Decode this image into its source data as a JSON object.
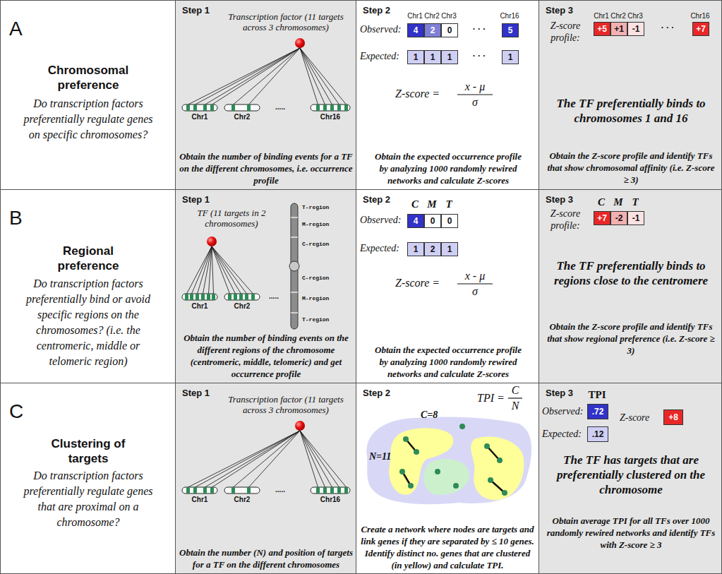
{
  "diagram": {
    "nodes": [
      {
        "text": [
          "A",
          "Chromosomal preference",
          "Do transcription factors preferentially regulate genes on specific chromosomes?"
        ]
      },
      {
        "text": [
          "Step 1",
          "Obtain the number of binding events for a TF on the different chromosomes, i.e. occurrence profile"
        ]
      },
      {
        "text": [
          "Step 2",
          "Obtain the expected occurrence profile by analyzing 1000 randomly rewired networks and calculate Z-scores"
        ]
      },
      {
        "text": [
          "4"
        ],
        "in": 2
      },
      {
        "text": [
          "2"
        ],
        "in": 2
      },
      {
        "text": [
          "0"
        ],
        "in": 2
      },
      {
        "text": [
          "5"
        ],
        "in": 2
      },
      {
        "text": [
          "1"
        ],
        "in": 2
      },
      {
        "text": [
          "1"
        ],
        "in": 2
      },
      {
        "text": [
          "1"
        ],
        "in": 2
      },
      {
        "text": [
          "1"
        ],
        "in": 2
      },
      {
        "text": [
          "Step 3",
          "The TF preferentially binds to chromosomes 1 and 16",
          "Obtain the Z-score profile and identify TFs that show chromosomal affinity (i.e. Z-score ≥ 3)"
        ]
      },
      {
        "text": [
          "+5"
        ],
        "in": 11
      },
      {
        "text": [
          "+1"
        ],
        "in": 11
      },
      {
        "text": [
          "-1"
        ],
        "in": 11
      },
      {
        "text": [
          "+7"
        ],
        "in": 11
      },
      {
        "text": [
          "B",
          "Regional preference",
          "Do transcription factors preferentially bind or avoid specific regions on the chromosomes? (i.e. the centromeric, middle or telomeric region)"
        ]
      },
      {
        "text": [
          "Step 1",
          "Obtain the number of binding events on the different regions of the chromosome (centromeric, middle, telomeric) and get occurrence profile"
        ]
      },
      {
        "text": [
          "Step 2",
          "Obtain the expected occurrence profile by analyzing 1000 randomly rewired networks and calculate Z-scores"
        ]
      },
      {
        "text": [
          "4"
        ],
        "in": 18
      },
      {
        "text": [
          "0"
        ],
        "in": 18
      },
      {
        "text": [
          "0"
        ],
        "in": 18
      },
      {
        "text": [
          "1"
        ],
        "in": 18
      },
      {
        "text": [
          "2"
        ],
        "in": 18
      },
      {
        "text": [
          "1"
        ],
        "in": 18
      },
      {
        "text": [
          "Step 3",
          "The TF preferentially binds to regions close to the centromere",
          "Obtain the Z-score profile and identify TFs that show regional preference (i.e. Z-score ≥ 3)"
        ]
      },
      {
        "text": [
          "+7"
        ],
        "in": 25
      },
      {
        "text": [
          "-2"
        ],
        "in": 25
      },
      {
        "text": [
          "-1"
        ],
        "in": 25
      },
      {
        "text": [
          "C",
          "Clustering of targets",
          "Do transcription factors preferentially regulate genes that are proximal on a chromosome?"
        ]
      },
      {
        "text": [
          "Step 1",
          "Obtain the number (N) and position of targets for a TF on the different chromosomes"
        ]
      },
      {
        "text": [
          "Step 2",
          "Create a network where nodes are targets and link genes if they are separated by ≤ 10 genes. Identify distinct no. genes that are clustered (in yellow) and calculate TPI."
        ]
      },
      {
        "text": [
          "Step 3",
          "The TF has targets that are preferentially clustered on the chromosome",
          "Obtain average TPI for all TFs over 1000 randomly rewired networks and identify TFs with Z-score ≥ 3"
        ]
      },
      {
        "text": [
          ".72"
        ],
        "in": 32
      },
      {
        "text": [
          ".12"
        ],
        "in": 32
      },
      {
        "text": [
          "+8"
        ],
        "in": 32
      }
    ],
    "labels": [
      "Transcription factor (11 targets across 3 chromosomes)",
      "Chr1",
      "Chr2",
      ".....",
      "Chr16",
      "Chr1",
      "Chr2",
      "Chr3",
      "Chr16",
      "Observed:",
      "· · ·",
      "Expected:",
      "· · ·",
      "Z-score =",
      "x - μ",
      "σ",
      "Z-score profile:",
      "Chr1",
      "Chr2",
      "Chr3",
      "Chr16",
      "· · ·",
      "TF (11 targets in 2 chromosomes)",
      "T-region",
      "M-region",
      "C-region",
      "C-region",
      "M-region",
      "T-region",
      "Chr1",
      "Chr2",
      ".....",
      "C",
      "M",
      "T",
      "Observed:",
      "Expected:",
      "Z-score =",
      "x - μ",
      "σ",
      "C",
      "M",
      "T",
      "Z-score profile:",
      "Transcription factor (11 targets across 3 chromosomes)",
      "Chr1",
      "Chr2",
      ".....",
      "Chr16",
      "TPI =",
      "C",
      "N",
      "C=8",
      "N=11",
      "TPI",
      "Observed:",
      "Expected:",
      "Z-score"
    ]
  }
}
